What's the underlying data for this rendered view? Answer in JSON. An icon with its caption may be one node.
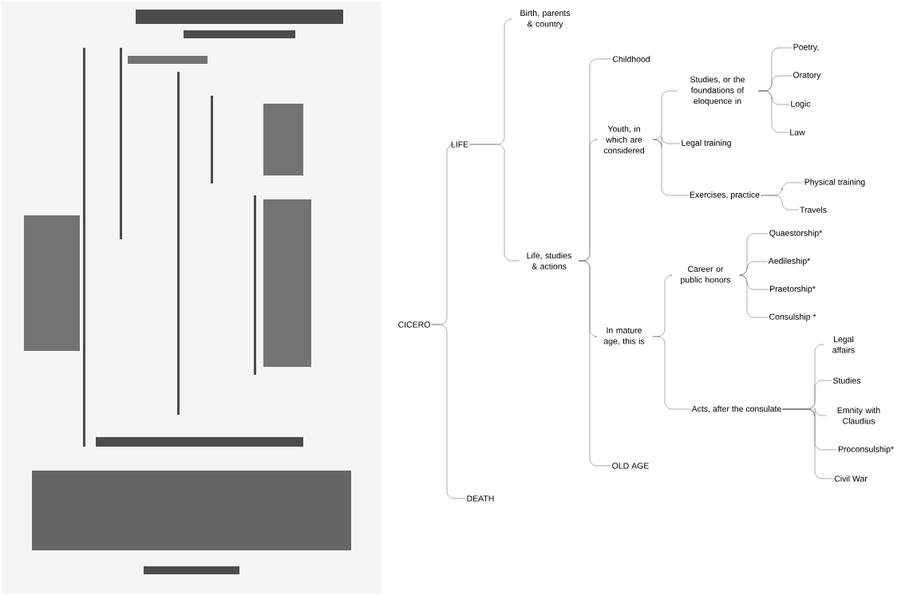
{
  "diagram": {
    "nodes": [
      {
        "text": [
          "CICERO"
        ]
      },
      {
        "text": [
          "LIFE"
        ]
      },
      {
        "text": [
          "Birth, parents & country"
        ]
      },
      {
        "text": [
          "Life, studies & actions"
        ]
      },
      {
        "text": [
          "Childhood"
        ]
      },
      {
        "text": [
          "Youth, in which are considered"
        ]
      },
      {
        "text": [
          "Studies, or the foundations of eloquence in"
        ]
      },
      {
        "text": [
          "Poetry,"
        ]
      },
      {
        "text": [
          "Oratory"
        ]
      },
      {
        "text": [
          "Logic"
        ]
      },
      {
        "text": [
          "Law"
        ]
      },
      {
        "text": [
          "Legal training"
        ]
      },
      {
        "text": [
          "Exercises, practice"
        ]
      },
      {
        "text": [
          "Physical training"
        ]
      },
      {
        "text": [
          "Travels"
        ]
      },
      {
        "text": [
          "Career or public honors"
        ]
      },
      {
        "text": [
          "Quaestorship*"
        ]
      },
      {
        "text": [
          "Aedileship*"
        ]
      },
      {
        "text": [
          "Praetorship*"
        ]
      },
      {
        "text": [
          "Consulship *"
        ]
      },
      {
        "text": [
          "In mature age, this is"
        ]
      },
      {
        "text": [
          "Acts, after the consulate"
        ]
      },
      {
        "text": [
          "Legal affairs"
        ]
      },
      {
        "text": [
          "Studies"
        ]
      },
      {
        "text": [
          "Emnity with Claudius"
        ]
      },
      {
        "text": [
          "Proconsulship*"
        ]
      },
      {
        "text": [
          "Civil War"
        ]
      },
      {
        "text": [
          "OLD AGE"
        ]
      },
      {
        "text": [
          "DEATH"
        ]
      }
    ],
    "edges": [
      {
        "from": 0,
        "to": 1,
        "arrow": "none"
      },
      {
        "from": 0,
        "to": 28,
        "arrow": "none"
      },
      {
        "from": 1,
        "to": 2,
        "arrow": "none"
      },
      {
        "from": 1,
        "to": 3,
        "arrow": "none"
      },
      {
        "from": 3,
        "to": 4,
        "arrow": "none"
      },
      {
        "from": 3,
        "to": 5,
        "arrow": "none"
      },
      {
        "from": 3,
        "to": 20,
        "arrow": "none"
      },
      {
        "from": 3,
        "to": 27,
        "arrow": "none"
      },
      {
        "from": 5,
        "to": 6,
        "arrow": "none"
      },
      {
        "from": 5,
        "to": 11,
        "arrow": "none"
      },
      {
        "from": 5,
        "to": 12,
        "arrow": "none"
      },
      {
        "from": 6,
        "to": 7,
        "arrow": "none"
      },
      {
        "from": 6,
        "to": 8,
        "arrow": "none"
      },
      {
        "from": 6,
        "to": 9,
        "arrow": "none"
      },
      {
        "from": 6,
        "to": 10,
        "arrow": "none"
      },
      {
        "from": 12,
        "to": 13,
        "arrow": "none"
      },
      {
        "from": 12,
        "to": 14,
        "arrow": "none"
      },
      {
        "from": 20,
        "to": 15,
        "arrow": "none"
      },
      {
        "from": 20,
        "to": 21,
        "arrow": "none"
      },
      {
        "from": 15,
        "to": 16,
        "arrow": "none"
      },
      {
        "from": 15,
        "to": 17,
        "arrow": "none"
      },
      {
        "from": 15,
        "to": 18,
        "arrow": "none"
      },
      {
        "from": 15,
        "to": 19,
        "arrow": "none"
      },
      {
        "from": 21,
        "to": 22,
        "arrow": "none"
      },
      {
        "from": 21,
        "to": 23,
        "arrow": "none"
      },
      {
        "from": 21,
        "to": 24,
        "arrow": "none"
      },
      {
        "from": 21,
        "to": 25,
        "arrow": "none"
      },
      {
        "from": 21,
        "to": 26,
        "arrow": "none"
      }
    ]
  }
}
